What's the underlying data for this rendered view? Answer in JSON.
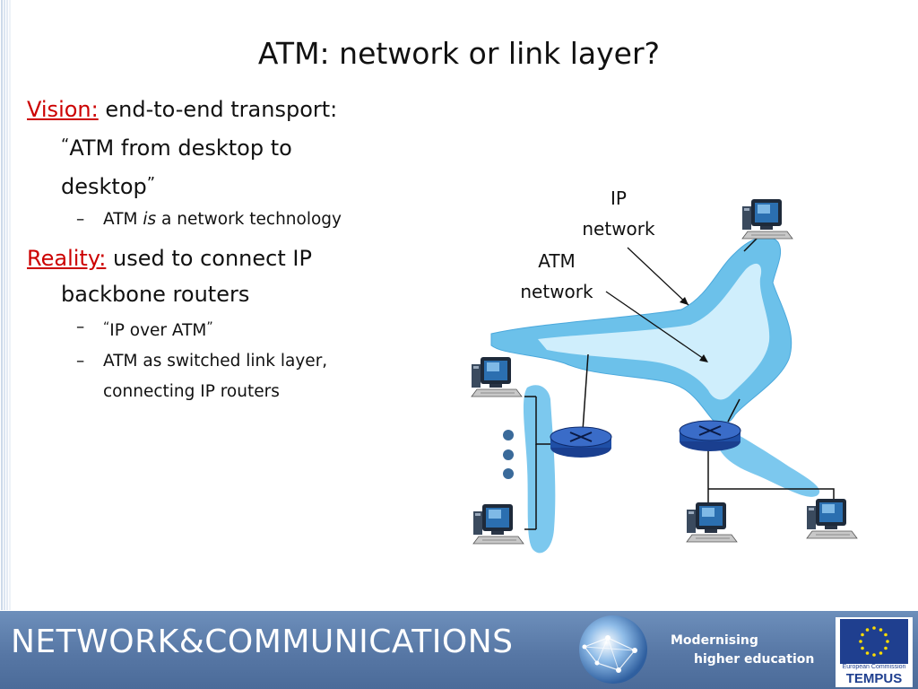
{
  "slide": {
    "title": "ATM:  network or link layer?",
    "bullets": {
      "vision_label": "Vision:",
      "vision_text": "end-to-end transport:",
      "vision_quote": "ATM from desktop to",
      "vision_quote_end": "desktop",
      "vision_sub_prefix": "ATM ",
      "vision_sub_is": "is",
      "vision_sub_suffix": " a network technology",
      "reality_label": "Reality:",
      "reality_text": "used to connect IP",
      "reality_text2": "backbone routers",
      "reality_sub1": "IP over ATM",
      "reality_sub2_line1": "ATM as switched link layer,",
      "reality_sub2_line2": "connecting IP routers",
      "dash": "–",
      "open_quote": "“",
      "close_quote": "”"
    }
  },
  "diagram": {
    "ip_label_1": "IP",
    "ip_label_2": "network",
    "atm_label_1": "ATM",
    "atm_label_2": "network",
    "colors": {
      "network_cloud": "#9fd3f0",
      "cloud_edge": "#6cc1ea",
      "router": "#1f4fa6",
      "router_top": "#3a6cc8"
    }
  },
  "footer": {
    "brand": "NETWORK&COMMUNICATIONS",
    "tagline_1": "Modernising",
    "tagline_2": "higher education",
    "eu_caption": "European Commission",
    "eu_program": "TEMPUS",
    "colors": {
      "band": "#5a7aa8",
      "eu_blue": "#1f3f8f",
      "eu_star": "#ffdd00"
    }
  }
}
